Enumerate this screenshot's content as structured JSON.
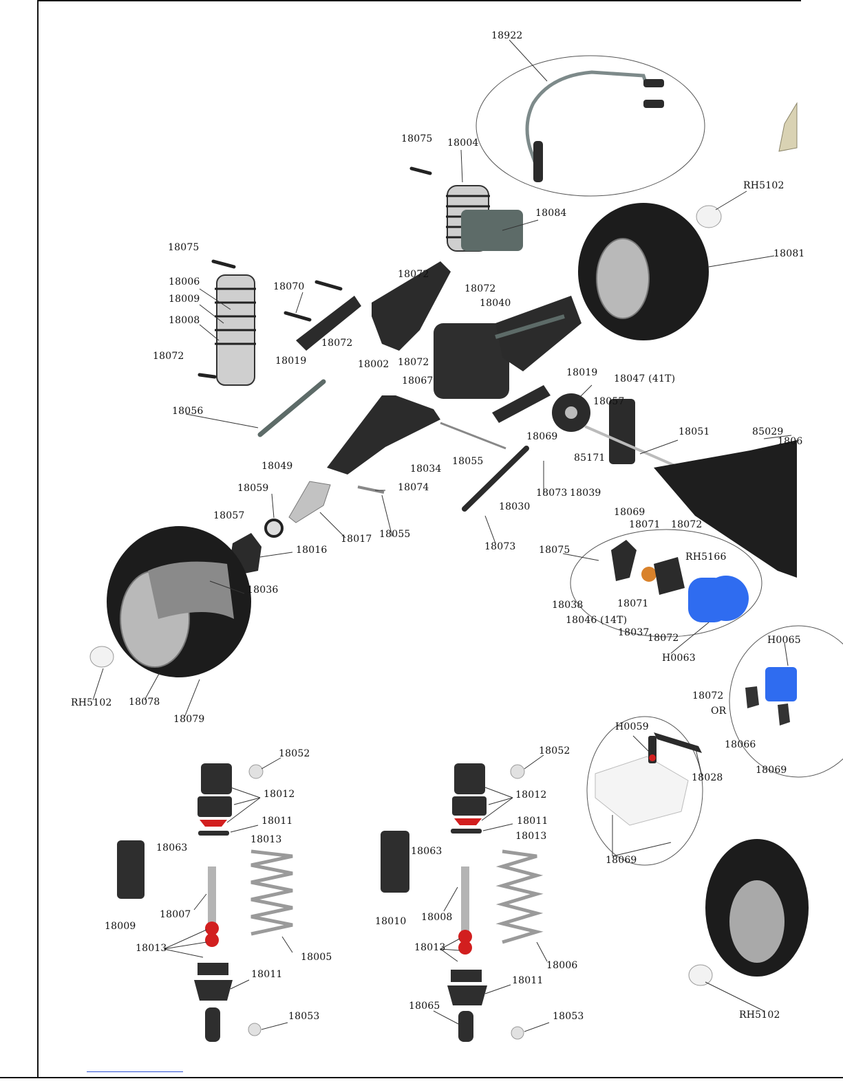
{
  "labels": [
    {
      "id": "l-18922",
      "text": "18922"
    },
    {
      "id": "l-18075a",
      "text": "18075"
    },
    {
      "id": "l-18004",
      "text": "18004"
    },
    {
      "id": "l-rh5102a",
      "text": "RH5102"
    },
    {
      "id": "l-18084",
      "text": "18084"
    },
    {
      "id": "l-18075b",
      "text": "18075"
    },
    {
      "id": "l-18081",
      "text": "18081"
    },
    {
      "id": "l-18006a",
      "text": "18006"
    },
    {
      "id": "l-18009a",
      "text": "18009"
    },
    {
      "id": "l-18008a",
      "text": "18008"
    },
    {
      "id": "l-18070",
      "text": "18070"
    },
    {
      "id": "l-18072a",
      "text": "18072"
    },
    {
      "id": "l-18072b",
      "text": "18072"
    },
    {
      "id": "l-18040",
      "text": "18040"
    },
    {
      "id": "l-18072c",
      "text": "18072"
    },
    {
      "id": "l-18072d",
      "text": "18072"
    },
    {
      "id": "l-18019a",
      "text": "18019"
    },
    {
      "id": "l-18002",
      "text": "18002"
    },
    {
      "id": "l-18072e",
      "text": "18072"
    },
    {
      "id": "l-18067",
      "text": "18067"
    },
    {
      "id": "l-18019b",
      "text": "18019"
    },
    {
      "id": "l-18047",
      "text": "18047 (41T)"
    },
    {
      "id": "l-18057a",
      "text": "18057"
    },
    {
      "id": "l-18056",
      "text": "18056"
    },
    {
      "id": "l-18051",
      "text": "18051"
    },
    {
      "id": "l-85029",
      "text": "85029"
    },
    {
      "id": "l-1806x",
      "text": "1806"
    },
    {
      "id": "l-18069a",
      "text": "18069"
    },
    {
      "id": "l-85171",
      "text": "85171"
    },
    {
      "id": "l-18055a",
      "text": "18055"
    },
    {
      "id": "l-18049",
      "text": "18049"
    },
    {
      "id": "l-18034",
      "text": "18034"
    },
    {
      "id": "l-18074",
      "text": "18074"
    },
    {
      "id": "l-18073a",
      "text": "18073"
    },
    {
      "id": "l-18039",
      "text": "18039"
    },
    {
      "id": "l-18059",
      "text": "18059"
    },
    {
      "id": "l-18030",
      "text": "18030"
    },
    {
      "id": "l-18069b",
      "text": "18069"
    },
    {
      "id": "l-18057b",
      "text": "18057"
    },
    {
      "id": "l-18017",
      "text": "18017"
    },
    {
      "id": "l-18055b",
      "text": "18055"
    },
    {
      "id": "l-18071a",
      "text": "18071"
    },
    {
      "id": "l-18072f",
      "text": "18072"
    },
    {
      "id": "l-18016",
      "text": "18016"
    },
    {
      "id": "l-18073b",
      "text": "18073"
    },
    {
      "id": "l-18075c",
      "text": "18075"
    },
    {
      "id": "l-rh5166",
      "text": "RH5166"
    },
    {
      "id": "l-18036",
      "text": "18036"
    },
    {
      "id": "l-18038",
      "text": "18038"
    },
    {
      "id": "l-18071b",
      "text": "18071"
    },
    {
      "id": "l-18046",
      "text": "18046 (14T)"
    },
    {
      "id": "l-18037",
      "text": "18037"
    },
    {
      "id": "l-18072g",
      "text": "18072"
    },
    {
      "id": "l-h0063",
      "text": "H0063"
    },
    {
      "id": "l-h0065",
      "text": "H0065"
    },
    {
      "id": "l-rh5102b",
      "text": "RH5102"
    },
    {
      "id": "l-18078",
      "text": "18078"
    },
    {
      "id": "l-18079",
      "text": "18079"
    },
    {
      "id": "l-18072h",
      "text": "18072"
    },
    {
      "id": "l-or",
      "text": "OR"
    },
    {
      "id": "l-h0059",
      "text": "H0059"
    },
    {
      "id": "l-18066",
      "text": "18066"
    },
    {
      "id": "l-18028",
      "text": "18028"
    },
    {
      "id": "l-18069c",
      "text": "18069"
    },
    {
      "id": "l-18052a",
      "text": "18052"
    },
    {
      "id": "l-18052b",
      "text": "18052"
    },
    {
      "id": "l-18012a",
      "text": "18012"
    },
    {
      "id": "l-18012b",
      "text": "18012"
    },
    {
      "id": "l-18011a",
      "text": "18011"
    },
    {
      "id": "l-18011b",
      "text": "18011"
    },
    {
      "id": "l-18063a",
      "text": "18063"
    },
    {
      "id": "l-18013a",
      "text": "18013"
    },
    {
      "id": "l-18063b",
      "text": "18063"
    },
    {
      "id": "l-18013b",
      "text": "18013"
    },
    {
      "id": "l-18069d",
      "text": "18069"
    },
    {
      "id": "l-18009b",
      "text": "18009"
    },
    {
      "id": "l-18007",
      "text": "18007"
    },
    {
      "id": "l-18010",
      "text": "18010"
    },
    {
      "id": "l-18008b",
      "text": "18008"
    },
    {
      "id": "l-18013c",
      "text": "18013"
    },
    {
      "id": "l-18005",
      "text": "18005"
    },
    {
      "id": "l-18013d",
      "text": "18013"
    },
    {
      "id": "l-18006b",
      "text": "18006"
    },
    {
      "id": "l-18011c",
      "text": "18011"
    },
    {
      "id": "l-18011d",
      "text": "18011"
    },
    {
      "id": "l-18065",
      "text": "18065"
    },
    {
      "id": "l-18053a",
      "text": "18053"
    },
    {
      "id": "l-18053b",
      "text": "18053"
    },
    {
      "id": "l-rh5102c",
      "text": "RH5102"
    }
  ],
  "colors": {
    "part_dark": "#2b2b2b",
    "part_grey": "#5d6b68",
    "tire": "#1c1c1c",
    "rim": "#b9b9b9",
    "motor_blue": "#2f6cf0",
    "pinion_orange": "#d9822b",
    "seal_red": "#d21f1f",
    "spring": "#9a9a9a",
    "leader": "#333333",
    "footer_link": "#2a4fd6"
  }
}
